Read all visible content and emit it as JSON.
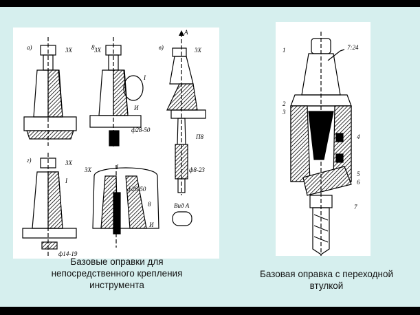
{
  "captions": {
    "left": "Базовые оправки для непосредственного крепления инструмента",
    "right": "Базовая оправка с переходной втулкой"
  },
  "figure_left": {
    "labels": {
      "a": "а)",
      "b": "8",
      "v": "в)",
      "g": "г)",
      "arrow_a": "А",
      "tx1": "3Х",
      "tx2": "3Х",
      "tx3": "3Х",
      "tx4": "3Х",
      "tx5": "3Х",
      "i1": "I",
      "i2": "I",
      "i3": "I",
      "di": "И",
      "di2": "И",
      "dim1": "ф28-50",
      "dim2": "ф28-50",
      "dim3": "ф8-23",
      "dim4": "ф14-19",
      "p8": "П8",
      "view": "Вид А"
    }
  },
  "figure_right": {
    "labels": {
      "n1": "1",
      "n2": "2",
      "n3": "3",
      "n4": "4",
      "n5": "5",
      "n6": "6",
      "n7": "7",
      "taper": "7:24"
    }
  }
}
